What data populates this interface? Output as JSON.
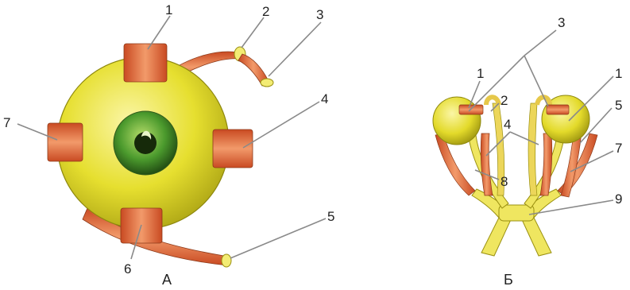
{
  "panel_a": {
    "caption": "А",
    "labels": {
      "l1": "1",
      "l2": "2",
      "l3": "3",
      "l4": "4",
      "l5": "5",
      "l6": "6",
      "l7": "7"
    }
  },
  "panel_b": {
    "caption": "Б",
    "labels": {
      "l1a": "1",
      "l1b": "1",
      "l2": "2",
      "l3": "3",
      "l4": "4",
      "l5": "5",
      "l7": "7",
      "l8": "8",
      "l9": "9"
    }
  },
  "colors": {
    "muscle": "#e0643a",
    "muscle_highlight": "#f4a072",
    "sclera": "#e8e23a",
    "nerve": "#f2ea6a",
    "iris": "#3f8a2a",
    "leader_line": "#8a8a8a"
  }
}
